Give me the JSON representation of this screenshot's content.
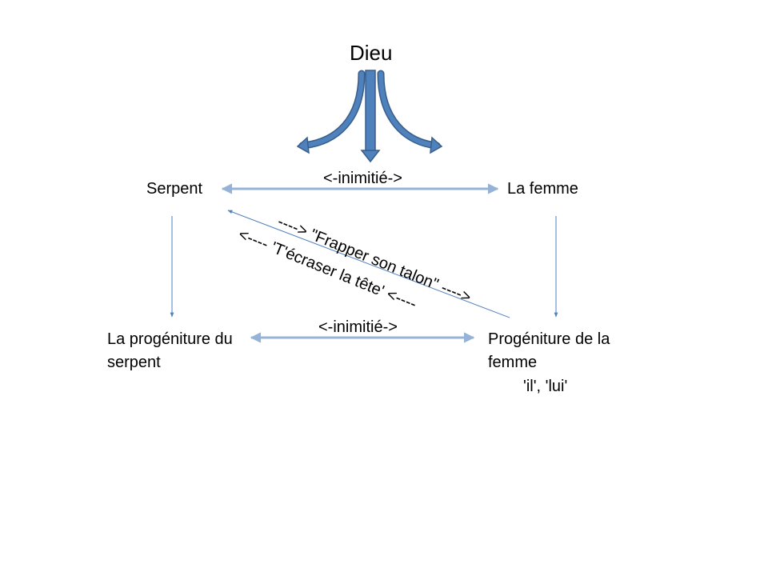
{
  "title": "Dieu",
  "nodes": {
    "serpent": "Serpent",
    "woman": "La femme",
    "serpent_offspring_l1": "La progéniture du",
    "serpent_offspring_l2": "serpent",
    "woman_offspring_l1": "Progéniture de la",
    "woman_offspring_l2": "femme",
    "woman_offspring_pronouns": "'il', 'lui'"
  },
  "edges": {
    "top_enmity": "<-inimitié->",
    "bottom_enmity": "<-inimitié->",
    "strike_heel": "----> \"Frapper son talon\" ---->",
    "crush_head": "<---- 'T'écraser la tête' <----"
  },
  "colors": {
    "arrow_light": "#95B3D7",
    "arrow_line": "#4F81BD",
    "god_arrow_fill": "#4F81BD",
    "god_arrow_stroke": "#385D8A"
  }
}
